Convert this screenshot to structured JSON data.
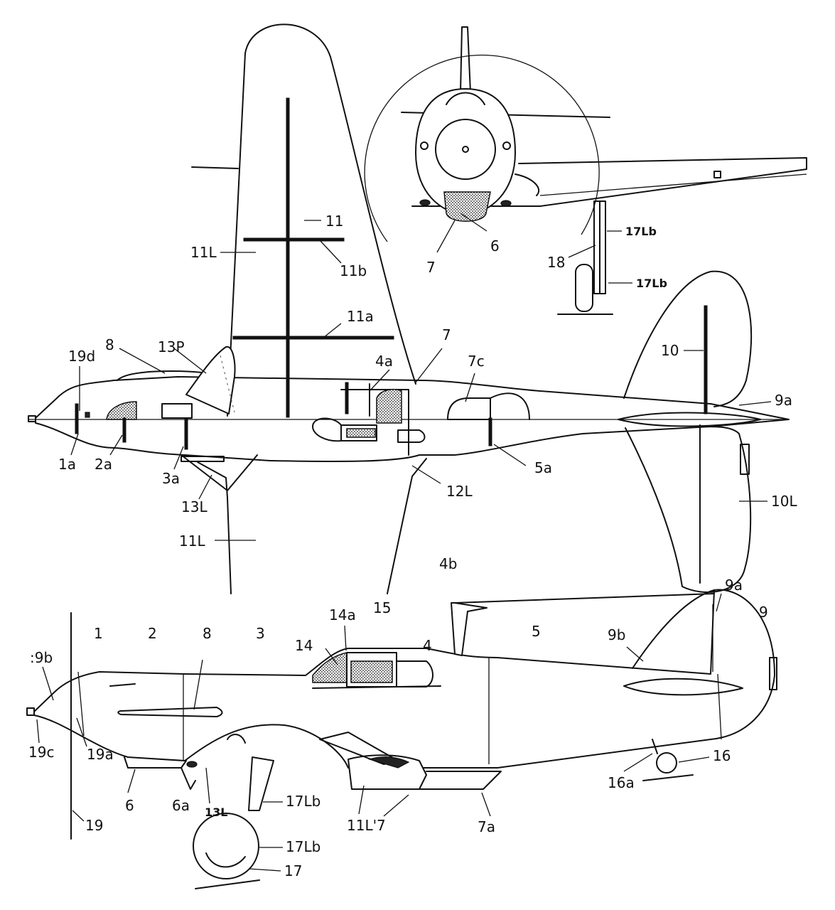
{
  "labels": {
    "l_1": "1",
    "l_1a": "1a",
    "l_2": "2",
    "l_2a": "2a",
    "l_3": "3",
    "l_3a": "3a",
    "l_4": "4",
    "l_4a": "4a",
    "l_4b": "4b",
    "l_5": "5",
    "l_5a": "5a",
    "l_6": "6",
    "l_6a": "6a",
    "l_7": "7",
    "l_7a": "7a",
    "l_7c": "7c",
    "l_8": "8",
    "l_9": "9",
    "l_9a": "9a",
    "l_9b": "9b",
    "l_10": "10",
    "l_10L": "10L",
    "l_11": "11",
    "l_11a": "11a",
    "l_11b": "11b",
    "l_11L": "11L",
    "l_12L": "12L",
    "l_13L": "13L",
    "l_13P": "13P",
    "l_14": "14",
    "l_14a": "14a",
    "l_15": "15",
    "l_16": "16",
    "l_16a": "16a",
    "l_17": "17",
    "l_17Lb": "17Lb",
    "l_18": "18",
    "l_19": "19",
    "l_19a": "19a",
    "l_19b": ":9b",
    "l_19c": "19c",
    "l_19d": "19d",
    "l_17Lb_alt": "17L'b",
    "l_11L_alt": "11L'"
  },
  "colors": {
    "ink": "#111111",
    "paper": "#ffffff",
    "hatch": "#333333"
  }
}
